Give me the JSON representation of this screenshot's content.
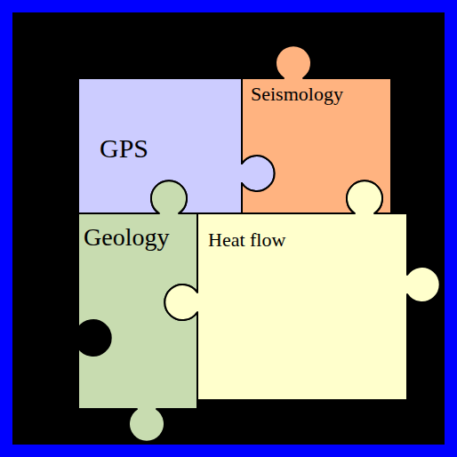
{
  "diagram": {
    "nodes": [
      {
        "text": [
          "GPS"
        ]
      },
      {
        "text": [
          "Seismology"
        ]
      },
      {
        "text": [
          "Geology"
        ]
      },
      {
        "text": [
          "Heat flow"
        ]
      }
    ]
  }
}
